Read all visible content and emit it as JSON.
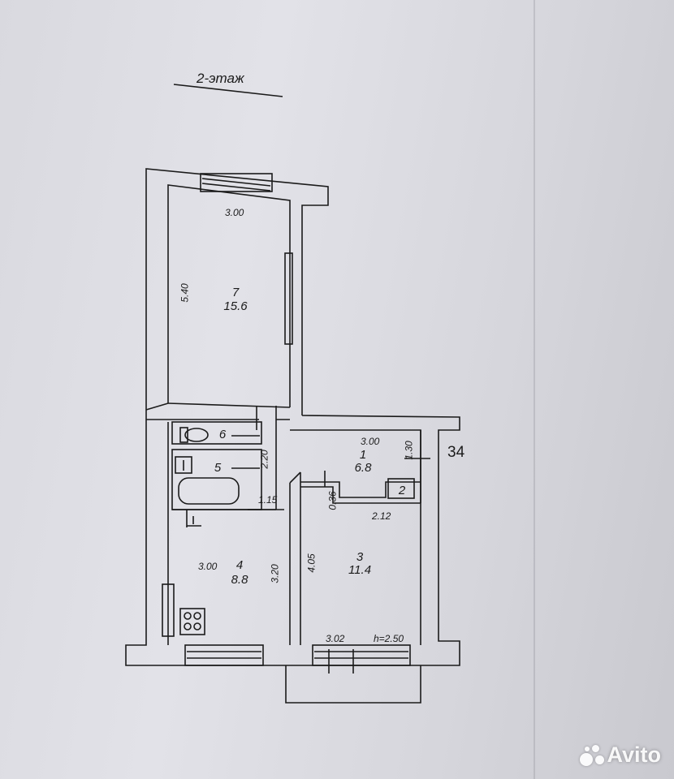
{
  "floor_title": "2-этаж",
  "outside_number": "34",
  "rooms": [
    {
      "number": "7",
      "area": "15.6"
    },
    {
      "number": "1",
      "area": "6.8"
    },
    {
      "number": "2"
    },
    {
      "number": "3",
      "area": "11.4"
    },
    {
      "number": "4",
      "area": "8.8"
    },
    {
      "number": "5"
    },
    {
      "number": "6"
    }
  ],
  "dimensions": {
    "room7_width": "3.00",
    "room7_length": "5.40",
    "hall_width": "3.00",
    "hall_depth": "1.30",
    "bath_length": "2.20",
    "bath_width": "1.15",
    "kitchen_width": "3.00",
    "kitchen_length": "3.20",
    "room3_length": "4.05",
    "room3_width": "3.02",
    "closet_width": "2.12",
    "niche": "0.36",
    "ceiling_height": "h=2.50"
  },
  "watermark": "Avito",
  "colors": {
    "ink": "#1b1b1b",
    "paper": "#dedee4"
  }
}
